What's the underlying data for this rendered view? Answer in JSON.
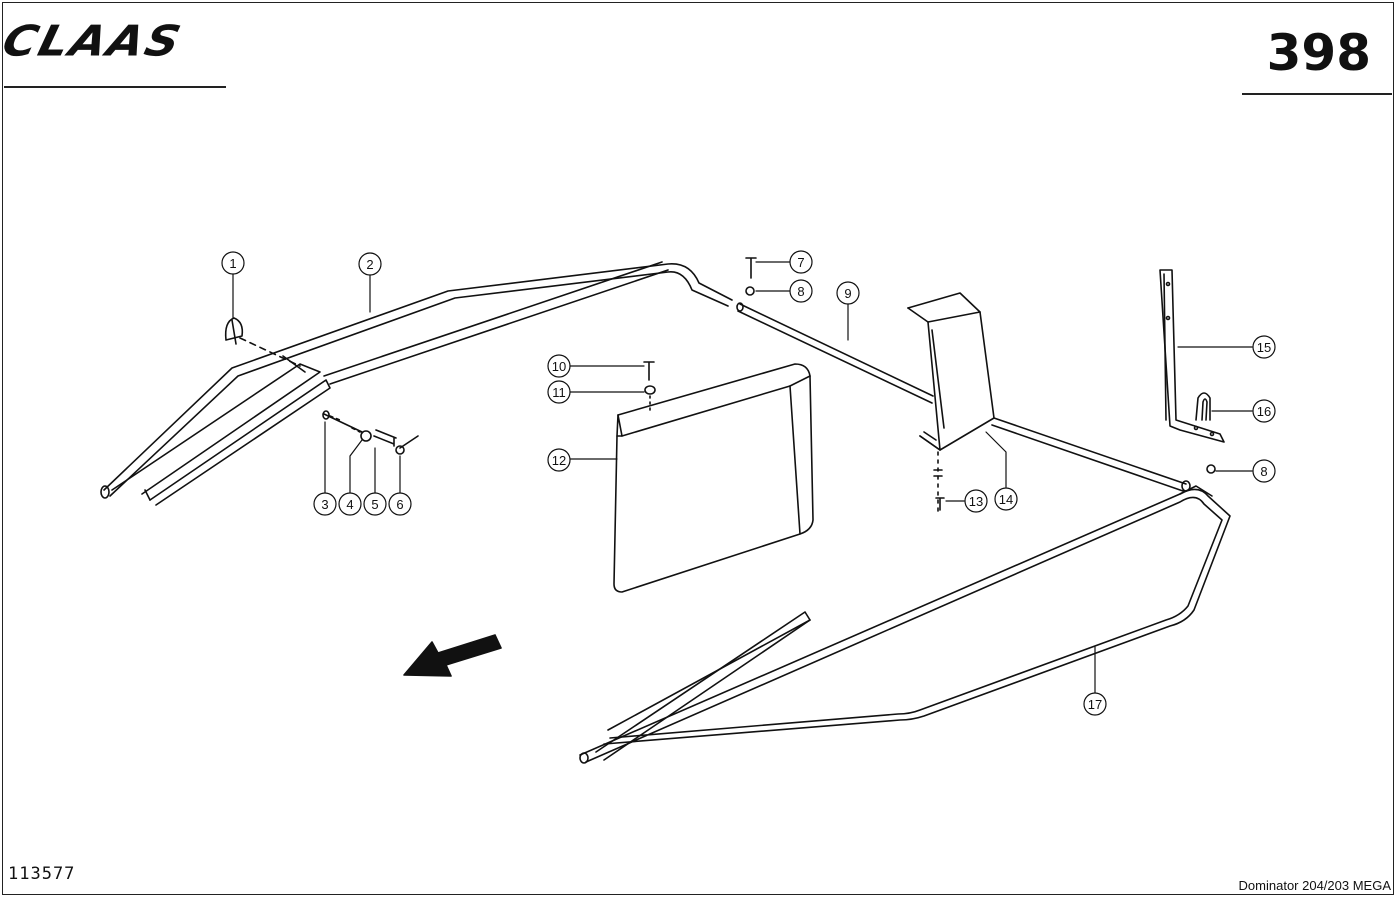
{
  "header": {
    "brand": "CLAAS",
    "page_number": "398"
  },
  "footer": {
    "drawing_number": "113577",
    "model": "Dominator 204/203 MEGA"
  },
  "callouts": [
    {
      "id": "1",
      "label": "1"
    },
    {
      "id": "2",
      "label": "2"
    },
    {
      "id": "3",
      "label": "3"
    },
    {
      "id": "4",
      "label": "4"
    },
    {
      "id": "5",
      "label": "5"
    },
    {
      "id": "6",
      "label": "6"
    },
    {
      "id": "7",
      "label": "7"
    },
    {
      "id": "8a",
      "label": "8"
    },
    {
      "id": "9",
      "label": "9"
    },
    {
      "id": "10",
      "label": "10"
    },
    {
      "id": "11",
      "label": "11"
    },
    {
      "id": "12",
      "label": "12"
    },
    {
      "id": "13",
      "label": "13"
    },
    {
      "id": "14",
      "label": "14"
    },
    {
      "id": "15",
      "label": "15"
    },
    {
      "id": "16",
      "label": "16"
    },
    {
      "id": "8b",
      "label": "8"
    },
    {
      "id": "17",
      "label": "17"
    }
  ]
}
